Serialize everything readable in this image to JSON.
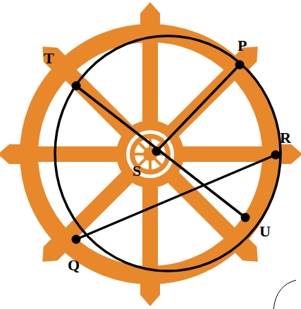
{
  "diagram": {
    "labels": [
      "T",
      "P",
      "R",
      "S",
      "U",
      "Q"
    ]
  }
}
